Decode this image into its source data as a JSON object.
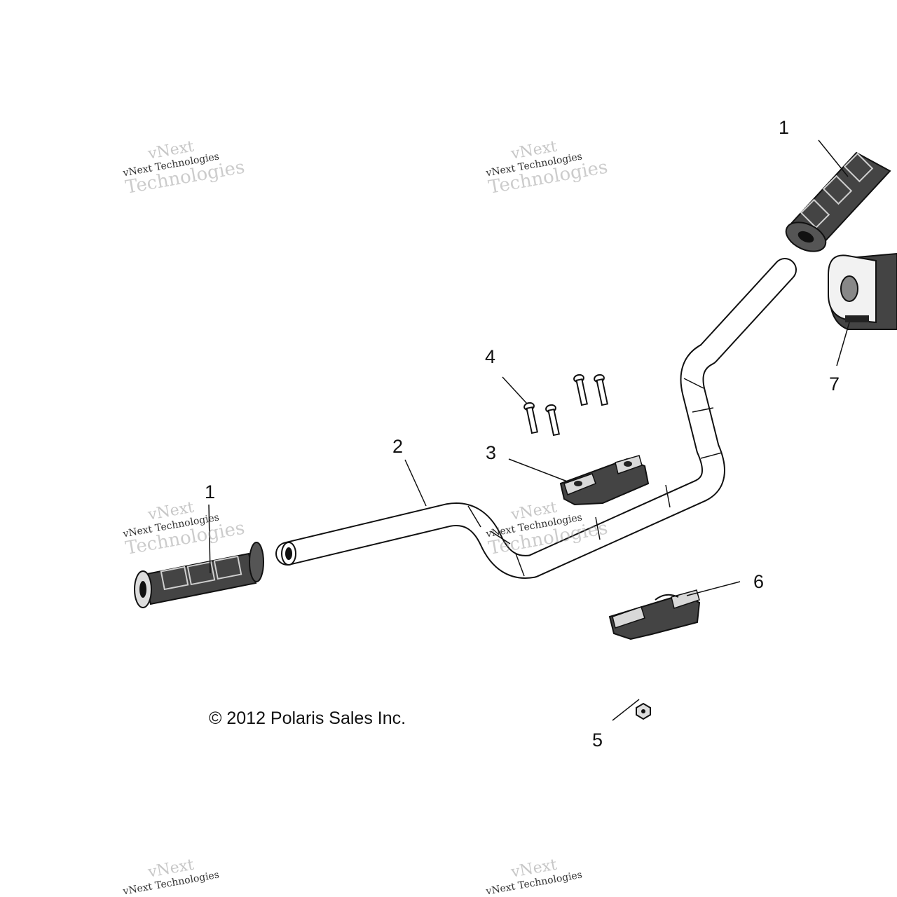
{
  "callouts": {
    "grip_right": "1",
    "grip_left": "1",
    "handlebar": "2",
    "upper_clamp": "3",
    "bolts": "4",
    "nut": "5",
    "lower_clamp": "6",
    "block": "7"
  },
  "copyright": "© 2012 Polaris Sales Inc.",
  "watermark": {
    "line1": "vNext",
    "line2": "vNext Technologies",
    "line3": "Technologies"
  }
}
